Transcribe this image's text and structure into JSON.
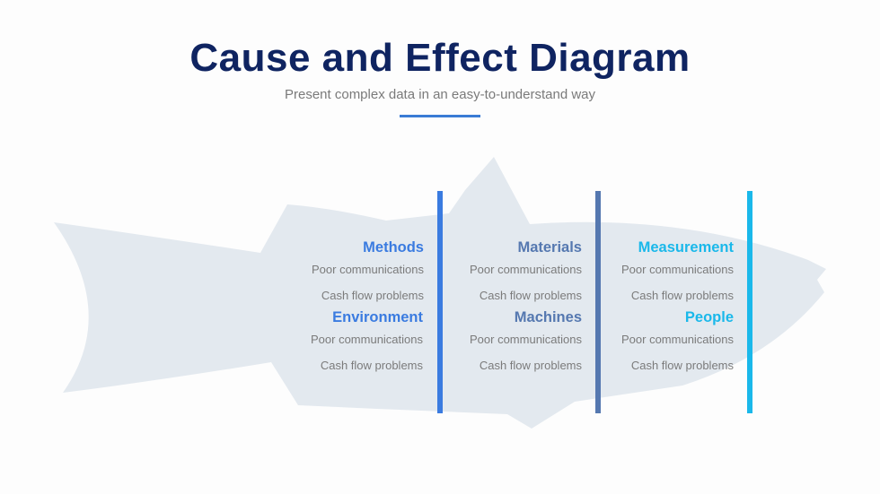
{
  "header": {
    "title": "Cause and Effect Diagram",
    "subtitle": "Present complex data in an easy-to-understand way"
  },
  "colors": {
    "title": "#0f2461",
    "methods": "#3a7be0",
    "materials": "#5578b0",
    "measurement": "#1ab8ea",
    "fish": "#e3e9ef"
  },
  "columns": [
    {
      "groups": [
        {
          "heading": "Methods",
          "items": [
            "Poor communications",
            "Cash flow problems"
          ]
        },
        {
          "heading": "Environment",
          "items": [
            "Poor communications",
            "Cash flow problems"
          ]
        }
      ]
    },
    {
      "groups": [
        {
          "heading": "Materials",
          "items": [
            "Poor communications",
            "Cash flow problems"
          ]
        },
        {
          "heading": "Machines",
          "items": [
            "Poor communications",
            "Cash flow problems"
          ]
        }
      ]
    },
    {
      "groups": [
        {
          "heading": "Measurement",
          "items": [
            "Poor communications",
            "Cash flow problems"
          ]
        },
        {
          "heading": "People",
          "items": [
            "Poor communications",
            "Cash flow problems"
          ]
        }
      ]
    }
  ]
}
